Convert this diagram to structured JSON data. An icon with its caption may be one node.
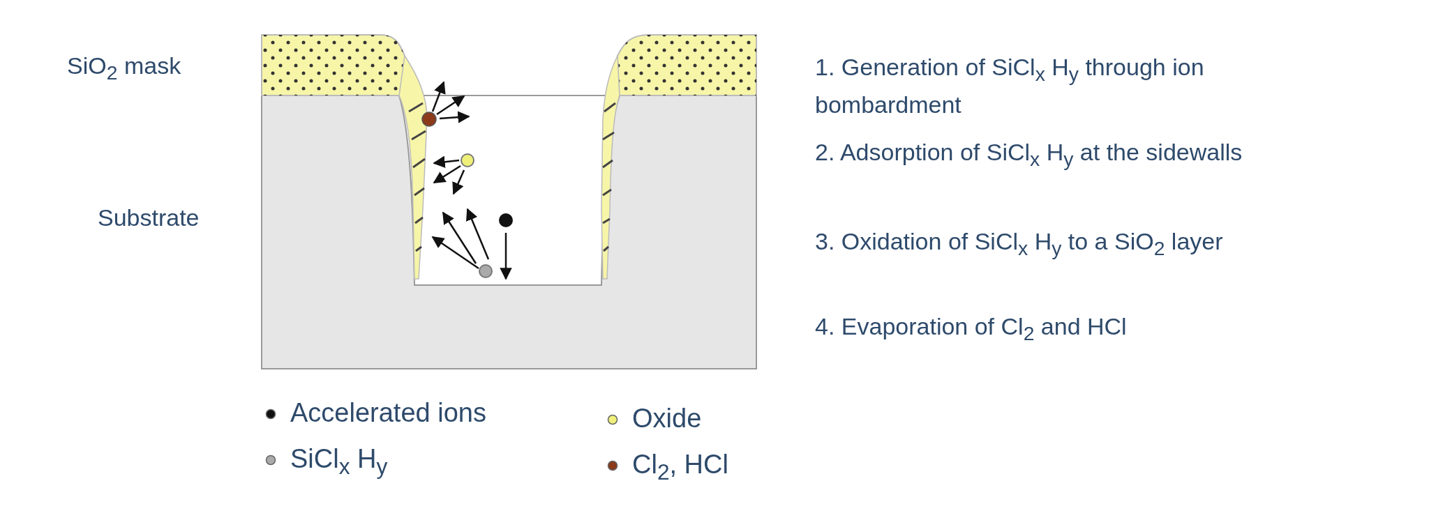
{
  "diagram": {
    "labels": [
      "SiO$_{2}$ mask",
      "Substrate",
      "1. Generation of SiCl$_{x}$ H$_{y}$ through ion bombardment",
      "2. Adsorption of SiCl$_{x}$ H$_{y}$ at the sidewalls",
      "3. Oxidation of SiCl$_{x}$ H$_{y}$ to a SiO$_{2}$ layer",
      "4. Evaporation of Cl$_{2}$ and HCl"
    ],
    "legend": [
      {
        "text": "Accelerated ions",
        "color": "#111111"
      },
      {
        "text": "Oxide",
        "color": "#eef07a"
      },
      {
        "text": "SiCl$_{x}$ H$_{y}$",
        "color": "#aaaaaa"
      },
      {
        "text": "Cl$_{2}$, HCl",
        "color": "#8b3a1a"
      }
    ]
  }
}
